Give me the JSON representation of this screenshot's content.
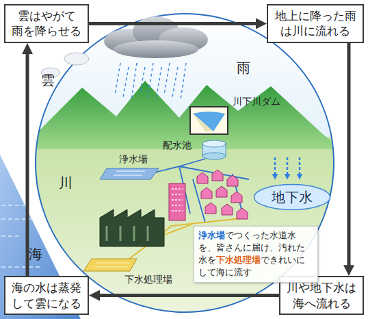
{
  "diagram": {
    "nodes": [
      {
        "text": [
          "雲はやがて 雨を降らせる"
        ]
      },
      {
        "text": [
          "地上に降った雨 は川に流れる"
        ]
      },
      {
        "text": [
          "川や地下水は 海へ流れる"
        ]
      },
      {
        "text": [
          "海の水は蒸発 して雲になる"
        ]
      },
      {
        "text": [
          "地下水"
        ]
      },
      {
        "text": [
          "浄水場でつくった水道水を、皆さんに届け、汚れた水を下水処理場できれいにして海に流す"
        ]
      }
    ],
    "edges": [
      {
        "from": 0,
        "to": 1,
        "arrow": "to"
      },
      {
        "from": 1,
        "to": 2,
        "arrow": "to"
      },
      {
        "from": 2,
        "to": 3,
        "arrow": "to"
      },
      {
        "from": 3,
        "to": 0,
        "arrow": "to"
      }
    ],
    "labels": [
      "雨",
      "雲",
      "川下川ダム",
      "配水池",
      "浄水場",
      "川",
      "海",
      "下水処理場"
    ]
  }
}
